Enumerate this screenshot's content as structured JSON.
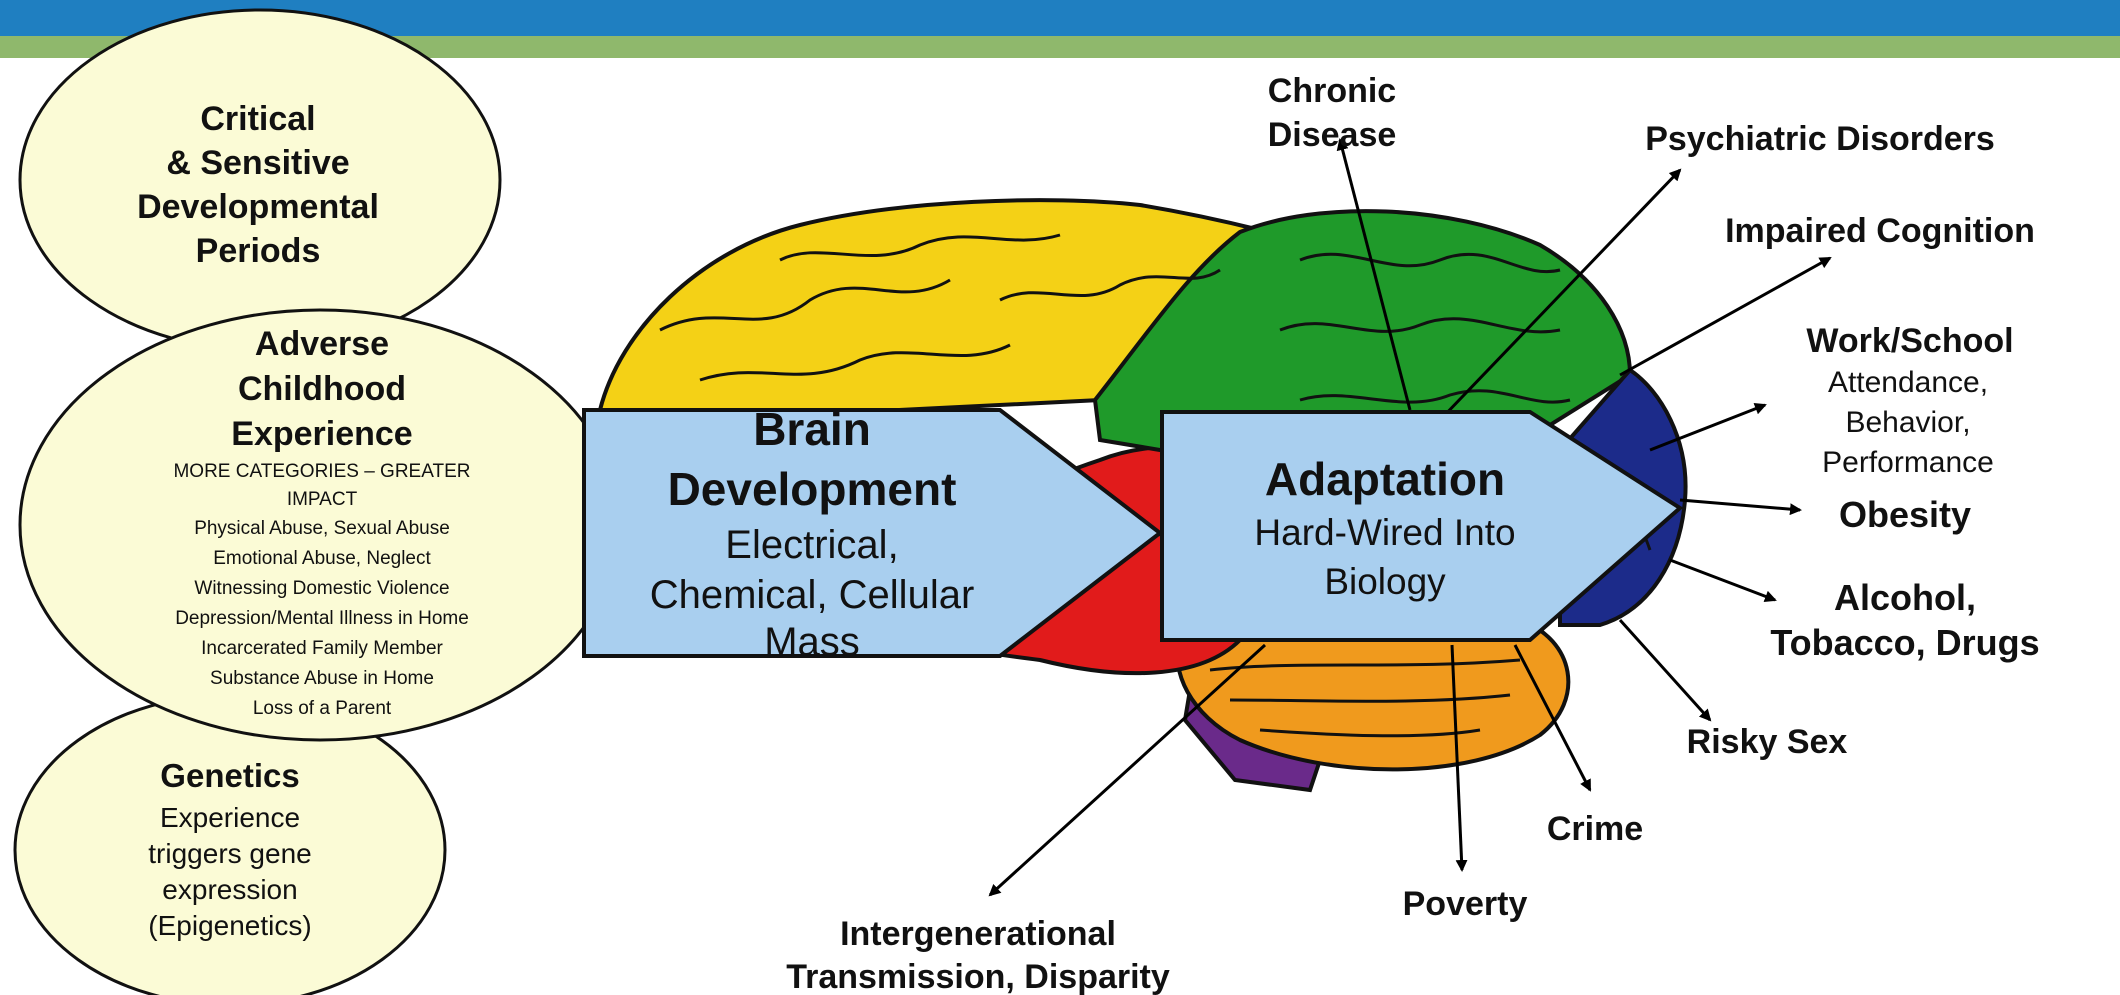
{
  "colors": {
    "top_bar": "#1f7fc1",
    "stripe": "#8fb86c",
    "circle_fill": "#fbfbd6",
    "arrow_fill": "#a9cfef",
    "lobe_frontal": "#f4d116",
    "lobe_parietal": "#1f9a2a",
    "lobe_occipital": "#1c2b8a",
    "lobe_temporal": "#e11b1b",
    "cerebellum": "#f09a1d",
    "brainstem": "#6a2a8a"
  },
  "circles": {
    "critical": {
      "title": [
        "Critical",
        "& Sensitive",
        "Developmental",
        "Periods"
      ]
    },
    "ace": {
      "title": [
        "Adverse",
        "Childhood",
        "Experience"
      ],
      "subtitle": [
        "MORE CATEGORIES – GREATER",
        "IMPACT"
      ],
      "items": [
        "Physical Abuse, Sexual Abuse",
        "Emotional Abuse, Neglect",
        "Witnessing Domestic Violence",
        "Depression/Mental Illness in Home",
        "Incarcerated Family Member",
        "Substance Abuse in Home",
        "Loss of a Parent"
      ]
    },
    "genetics": {
      "title": "Genetics",
      "lines": [
        "Experience",
        "triggers gene",
        "expression",
        "(Epigenetics)"
      ]
    }
  },
  "brain_development": {
    "title": [
      "Brain",
      "Development"
    ],
    "lines": [
      "Electrical,",
      "Chemical, Cellular",
      "Mass"
    ]
  },
  "adaptation": {
    "title": "Adaptation",
    "lines": [
      "Hard-Wired Into",
      "Biology"
    ]
  },
  "outcomes": {
    "chronic": [
      "Chronic",
      "Disease"
    ],
    "psychiatric": "Psychiatric Disorders",
    "cognition": "Impaired Cognition",
    "work_title": "Work/School",
    "work_lines": [
      "Attendance,",
      "Behavior,",
      "Performance"
    ],
    "obesity": "Obesity",
    "alcohol": [
      "Alcohol,",
      "Tobacco, Drugs"
    ],
    "risky": "Risky Sex",
    "crime": "Crime",
    "poverty": "Poverty",
    "intergen": [
      "Intergenerational",
      "Transmission, Disparity"
    ]
  }
}
